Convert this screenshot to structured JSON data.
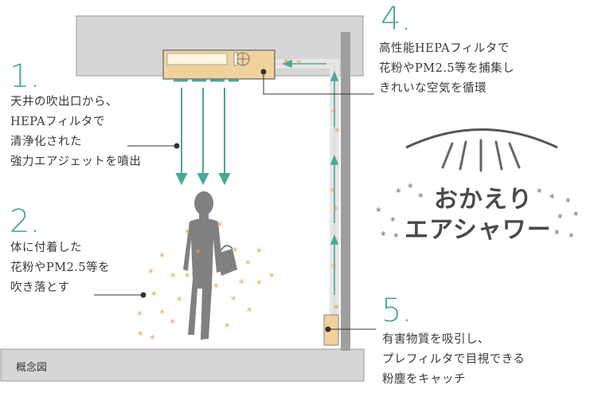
{
  "steps": [
    {
      "number": "1.",
      "lines": [
        "天井の吹出口から、",
        "HEPAフィルタで",
        "清浄化された",
        "強力エアジェットを噴出"
      ]
    },
    {
      "number": "2.",
      "lines": [
        "体に付着した",
        "花粉やPM2.5等を",
        "吹き落とす"
      ]
    },
    {
      "number": "4.",
      "lines": [
        "高性能HEPAフィルタで",
        "花粉やPM2.5等を捕集し",
        "きれいな空気を循環"
      ]
    },
    {
      "number": "5.",
      "lines": [
        "有害物質を吸引し、",
        "プレフィルタで目視できる",
        "粉塵をキャッチ"
      ]
    }
  ],
  "caption": "概念図",
  "brand": {
    "line1": "おかえり",
    "line2": "エアシャワー"
  },
  "colors": {
    "accent": "#4aa898",
    "particle": "#f0a040",
    "wall": "#d9d9d9",
    "unit": "#f1d29c"
  }
}
